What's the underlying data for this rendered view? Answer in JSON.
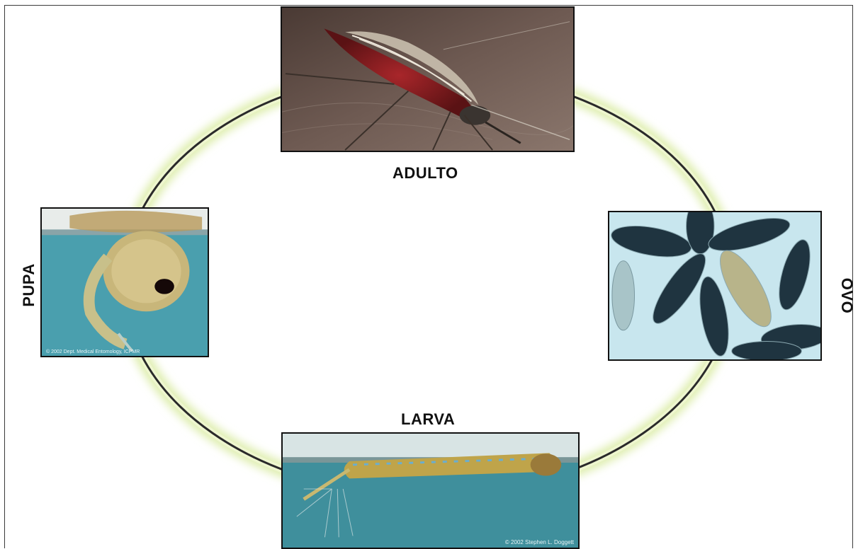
{
  "stages": {
    "adult": {
      "label": "ADULTO"
    },
    "egg": {
      "label": "OVO"
    },
    "larva": {
      "label": "LARVA",
      "credit": "© 2002 Stephen L. Doggett"
    },
    "pupa": {
      "label": "PUPA",
      "credit": "© 2002 Dept. Medical Entomology, ICPMR"
    }
  },
  "colors": {
    "ring": "#2a2a2a",
    "ring_glow": "#d8ec9a",
    "water": "#4a9fae",
    "background": "#ffffff"
  }
}
